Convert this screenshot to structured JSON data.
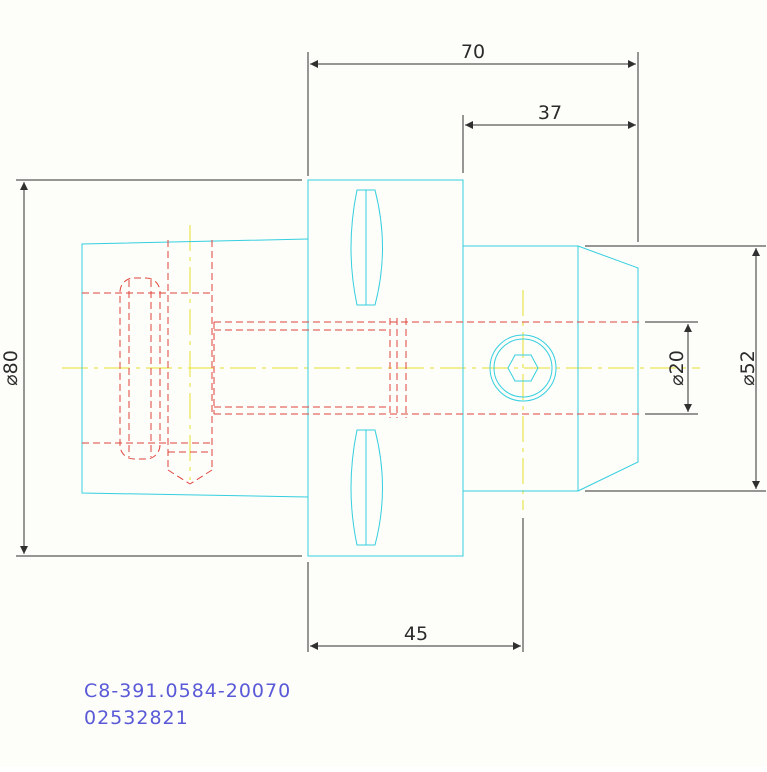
{
  "drawing": {
    "dimensions": {
      "top_length": "70",
      "right_length": "37",
      "bottom_length": "45",
      "body_diameter": "⌀80",
      "shank_diameter": "⌀52",
      "bore_diameter": "⌀20"
    },
    "part_number": "C8-391.0584-20070",
    "order_code": "02532821"
  },
  "colors": {
    "outline": "#35cfe0",
    "hidden": "#e0443c",
    "center": "#e8e030",
    "dimension": "#303030",
    "code_text": "#5a5ad8",
    "background": "#fdfdf9"
  }
}
